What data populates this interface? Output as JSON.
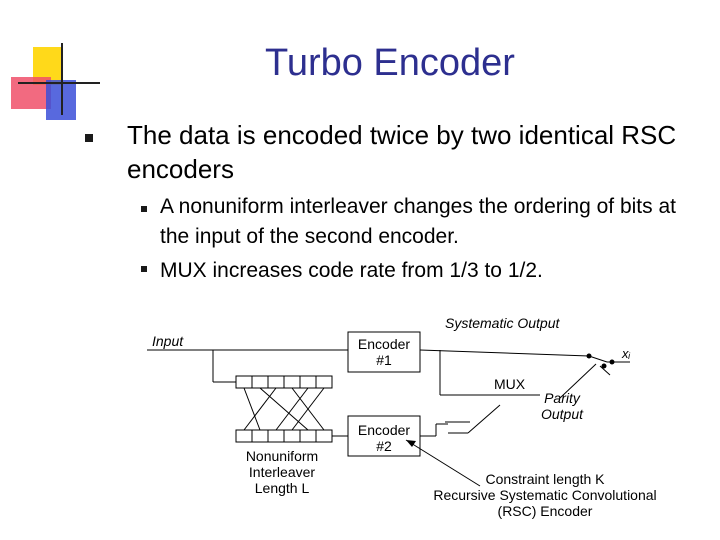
{
  "slide": {
    "title": "Turbo Encoder",
    "bullet_main": "The data is encoded twice by two identical RSC encoders",
    "sub_bullets": [
      "A nonuniform interleaver changes the ordering of bits at the input of the second encoder.",
      "MUX increases code rate from 1/3 to 1/2."
    ]
  },
  "diagram": {
    "input_label": "Input",
    "encoder1_label": "Encoder\n#1",
    "encoder2_label": "Encoder\n#2",
    "systematic_output_label": "Systematic Output",
    "mux_label": "MUX",
    "parity_output_label": "Parity\nOutput",
    "xi_label": "xᵢ",
    "interleaver_label": "Nonuniform\nInterleaver\nLength L",
    "rsc_note": "Constraint length K\nRecursive Systematic Convolutional\n(RSC) Encoder"
  },
  "colors": {
    "title": "#2d2f8f",
    "logo_yellow": "#ffd91a",
    "logo_red": "#f0506a",
    "logo_blue": "#3b4fd8"
  }
}
